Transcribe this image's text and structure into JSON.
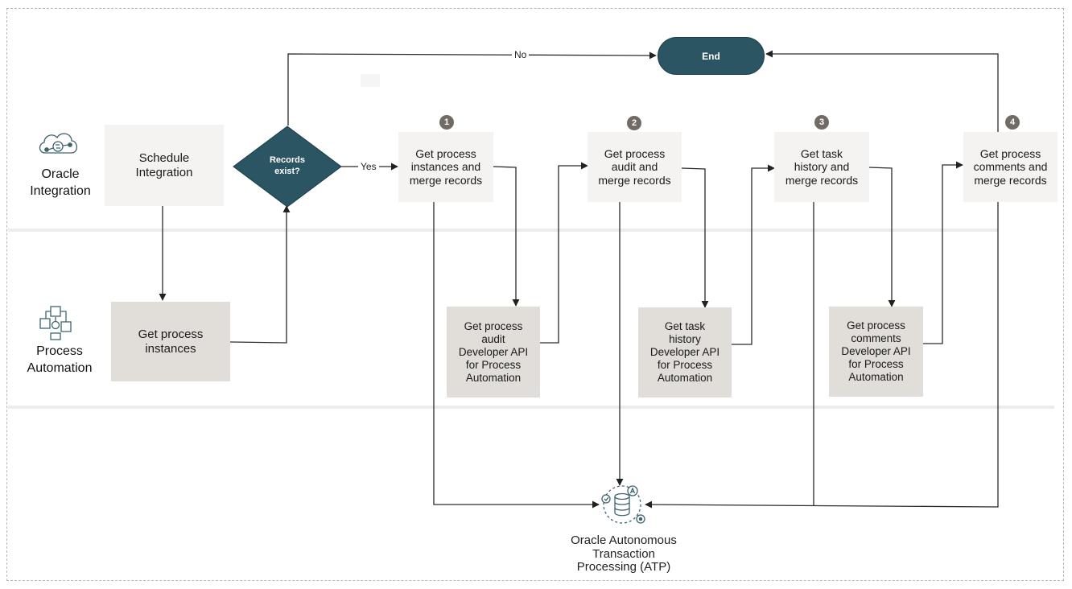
{
  "lanes": {
    "oracle_integration": "Oracle\nIntegration",
    "process_automation": "Process\nAutomation"
  },
  "nodes": {
    "schedule": [
      "Schedule",
      "Integration"
    ],
    "decision": [
      "Records",
      "exist?"
    ],
    "end": "End",
    "get_process_instances_pa": [
      "Get process",
      "instances"
    ],
    "step1": [
      "Get process",
      "instances and",
      "merge records"
    ],
    "step2": [
      "Get process",
      "audit and",
      "merge records"
    ],
    "step3": [
      "Get task",
      "history and",
      "merge records"
    ],
    "step4": [
      "Get process",
      "comments and",
      "merge records"
    ],
    "dev_audit": [
      "Get process",
      "audit",
      "Developer API",
      "for Process",
      "Automation"
    ],
    "dev_history": [
      "Get task",
      "history",
      "Developer API",
      "for Process",
      "Automation"
    ],
    "dev_comments": [
      "Get process",
      "comments",
      "Developer API",
      "for Process",
      "Automation"
    ],
    "atp": [
      "Oracle Autonomous",
      "Transaction",
      "Processing (ATP)"
    ]
  },
  "edges": {
    "no_label": "No",
    "yes_label": "Yes"
  },
  "step_numbers": [
    "1",
    "2",
    "3",
    "4"
  ],
  "colors": {
    "dark_teal": "#2b5563",
    "oic_box": "#f4f3f1",
    "pa_box": "#e1ddd8",
    "step_badge": "#716b66",
    "icon_teal": "#3f6371"
  },
  "icons": {
    "oracle_integration": "cloud-integration-icon",
    "process_automation": "process-automation-icon",
    "atp": "database-icon"
  }
}
